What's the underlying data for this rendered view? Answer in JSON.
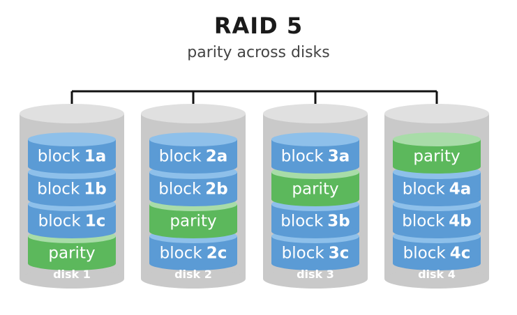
{
  "title": "RAID 5",
  "subtitle": "parity across disks",
  "colors": {
    "block": "#5b9bd5",
    "block_top": "#8ec0ea",
    "parity": "#5cb85c",
    "parity_top": "#a8dca8",
    "disk_shell": "#c9c9c9",
    "disk_rim": "#e0e0e0",
    "connector": "#111111"
  },
  "disks": [
    {
      "label": "disk 1",
      "segments": [
        {
          "kind": "block",
          "prefix": "block",
          "num": "1a"
        },
        {
          "kind": "block",
          "prefix": "block",
          "num": "1b"
        },
        {
          "kind": "block",
          "prefix": "block",
          "num": "1c"
        },
        {
          "kind": "parity",
          "prefix": "parity",
          "num": ""
        }
      ]
    },
    {
      "label": "disk 2",
      "segments": [
        {
          "kind": "block",
          "prefix": "block",
          "num": "2a"
        },
        {
          "kind": "block",
          "prefix": "block",
          "num": "2b"
        },
        {
          "kind": "parity",
          "prefix": "parity",
          "num": ""
        },
        {
          "kind": "block",
          "prefix": "block",
          "num": "2c"
        }
      ]
    },
    {
      "label": "disk 3",
      "segments": [
        {
          "kind": "block",
          "prefix": "block",
          "num": "3a"
        },
        {
          "kind": "parity",
          "prefix": "parity",
          "num": ""
        },
        {
          "kind": "block",
          "prefix": "block",
          "num": "3b"
        },
        {
          "kind": "block",
          "prefix": "block",
          "num": "3c"
        }
      ]
    },
    {
      "label": "disk 4",
      "segments": [
        {
          "kind": "parity",
          "prefix": "parity",
          "num": ""
        },
        {
          "kind": "block",
          "prefix": "block",
          "num": "4a"
        },
        {
          "kind": "block",
          "prefix": "block",
          "num": "4b"
        },
        {
          "kind": "block",
          "prefix": "block",
          "num": "4c"
        }
      ]
    }
  ]
}
